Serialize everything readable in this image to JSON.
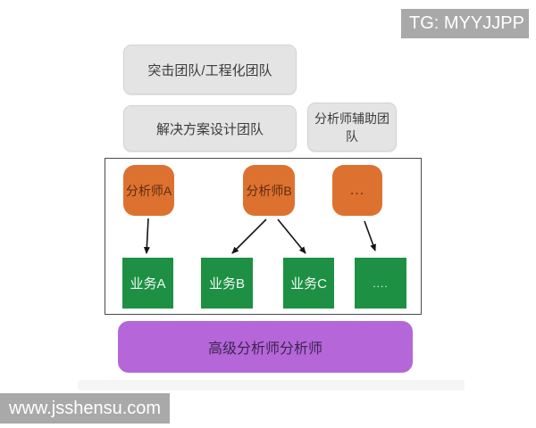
{
  "watermarks": {
    "top_right": "TG: MYYJJPP",
    "bottom_left": "www.jsshensu.com"
  },
  "teams": [
    {
      "label": "突击团队/工程化团队"
    },
    {
      "label": "解决方案设计团队"
    },
    {
      "label": "分析师辅助团队"
    }
  ],
  "analysts": [
    {
      "label": "分析师A"
    },
    {
      "label": "分析师B"
    },
    {
      "label": "..."
    }
  ],
  "businesses": [
    {
      "label": "业务A"
    },
    {
      "label": "业务B"
    },
    {
      "label": "业务C"
    },
    {
      "label": "...."
    }
  ],
  "senior_box": {
    "label": "高级分析师分析师"
  },
  "edges": [
    {
      "from": "分析师A",
      "to": "业务A"
    },
    {
      "from": "分析师B",
      "to": "业务B"
    },
    {
      "from": "分析师B",
      "to": "业务C"
    },
    {
      "from": "...",
      "to": "...."
    }
  ],
  "colors": {
    "page_bg": "#ffffff",
    "orange": "#dd7230",
    "orange_text": "#5e2b10",
    "green": "#1e9044",
    "green_text": "#f2faf4",
    "purple": "#b566d9",
    "purple_text": "#3e2450",
    "gray_box": "#e4e4e4",
    "gray_box_border": "#d2d2d2",
    "gray_text": "#3b3b3b",
    "watermark_bg": "#a9a9a9",
    "watermark_text": "#ffffff",
    "frame_border": "#4a4a4a",
    "arrow": "#141414",
    "band": "#f5f5f5"
  }
}
